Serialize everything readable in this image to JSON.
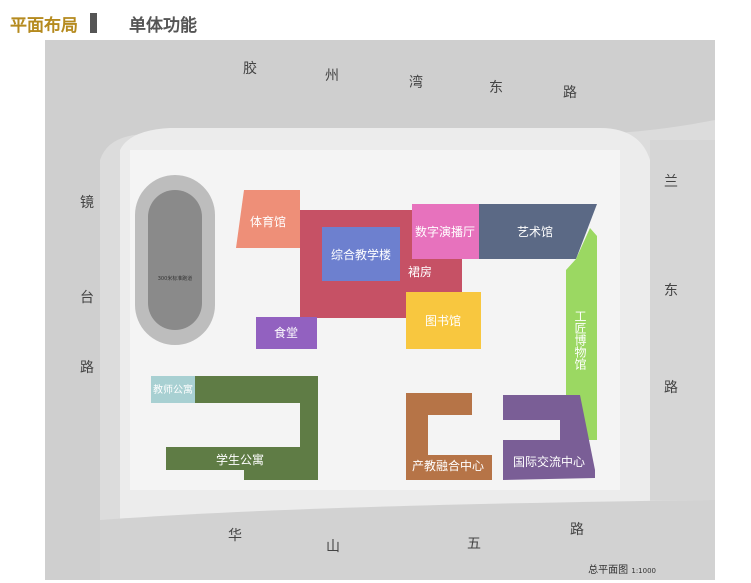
{
  "header": {
    "section": "平面布局",
    "subtitle": "单体功能"
  },
  "roads": {
    "north": [
      "胶",
      "州",
      "湾",
      "东",
      "路"
    ],
    "west": [
      "镜",
      "台",
      "路"
    ],
    "east": [
      "兰",
      "东",
      "路"
    ],
    "south": [
      "华",
      "山",
      "五",
      "路"
    ]
  },
  "buildings": {
    "gym": "体育馆",
    "teaching": "综合教学楼",
    "studio": "数字演播厅",
    "art": "艺术馆",
    "podium": "裙房",
    "canteen": "食堂",
    "library": "图书馆",
    "museum": "工匠博物馆",
    "teacher_apt": "教师公寓",
    "student_apt": "学生公寓",
    "industry": "产教融合中心",
    "intl": "国际交流中心"
  },
  "track_label": "300米标准跑道",
  "scale": {
    "title": "总平面图",
    "ratio": "1:1000"
  },
  "colors": {
    "gym": "#ee8f78",
    "podium": "#c13f55",
    "teaching": "#6d80cf",
    "studio": "#e772bd",
    "art": "#5b6985",
    "museum": "#9bd862",
    "library": "#f8c73f",
    "canteen": "#9261c0",
    "teacher_apt": "#a8d0d2",
    "student_apt": "#5f7c45",
    "industry": "#b67447",
    "intl": "#7a5e96"
  }
}
